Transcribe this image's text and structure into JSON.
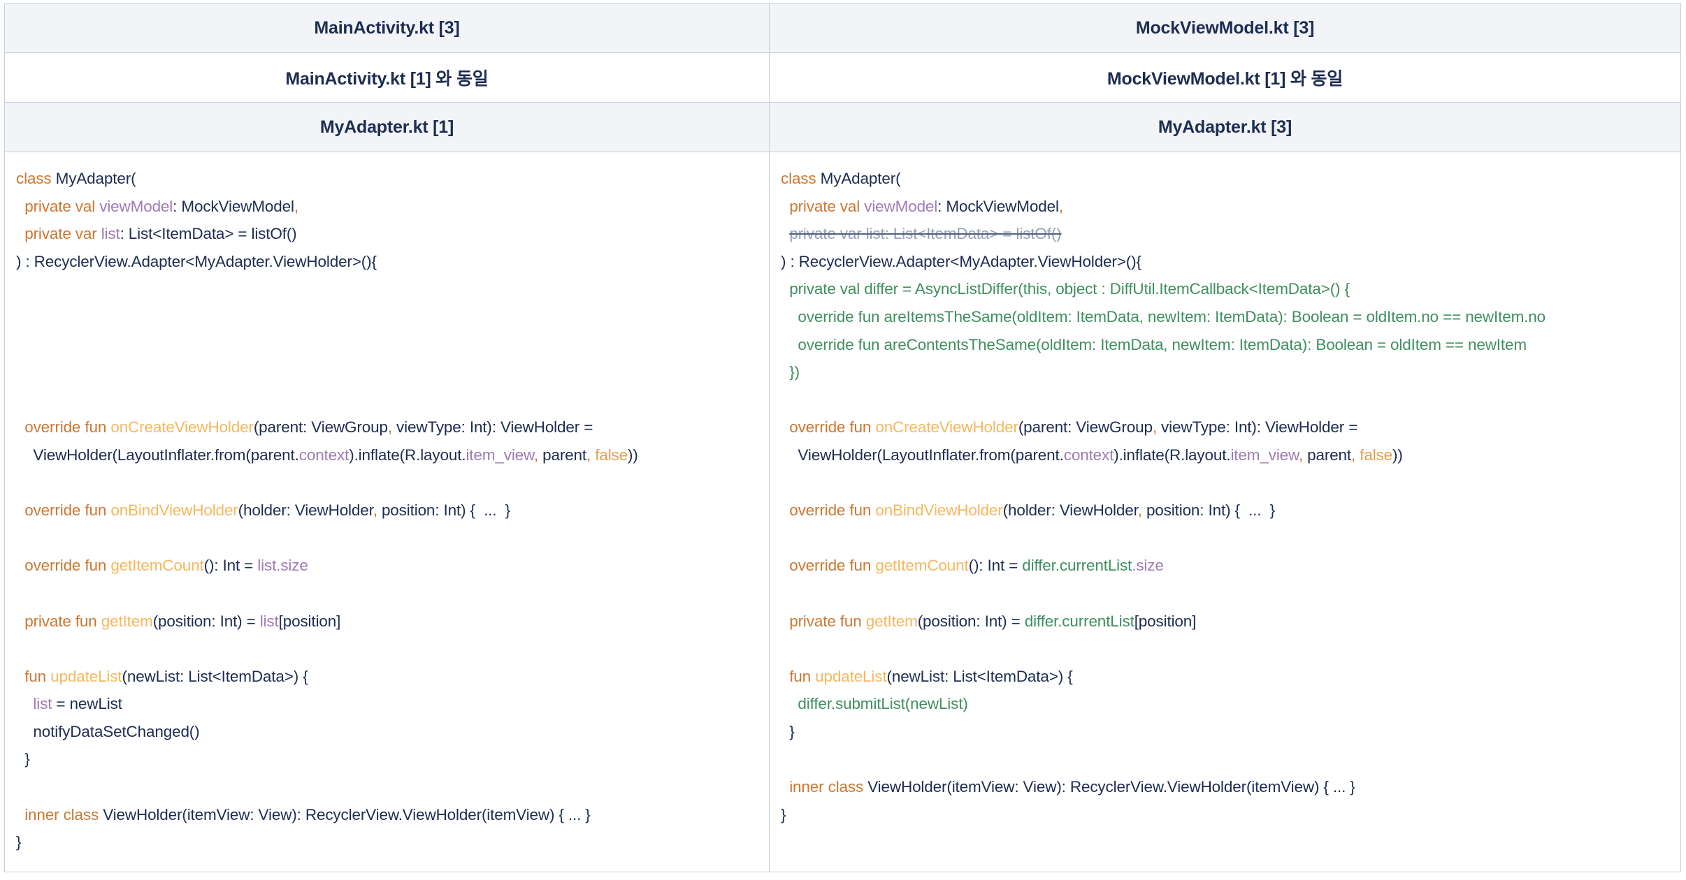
{
  "table": {
    "header_rows": [
      {
        "style": "shaded",
        "cells": [
          {
            "text": "MainActivity.kt [3]"
          },
          {
            "text": "MockViewModel.kt [3]"
          }
        ]
      },
      {
        "style": "plain",
        "cells": [
          {
            "text": "MainActivity.kt [1] 와 동일"
          },
          {
            "text": "MockViewModel.kt [1] 와 동일"
          }
        ]
      },
      {
        "style": "shaded",
        "cells": [
          {
            "text": "MyAdapter.kt [1]"
          },
          {
            "text": "MyAdapter.kt [3]"
          }
        ]
      }
    ],
    "code_columns": [
      {
        "title": "MyAdapter.kt [1]",
        "lines": [
          [
            {
              "t": "class ",
              "c": "kw"
            },
            {
              "t": "MyAdapter(",
              "c": "plain"
            }
          ],
          [
            {
              "t": "  ",
              "c": "plain"
            },
            {
              "t": "private val ",
              "c": "kw"
            },
            {
              "t": "viewModel",
              "c": "prop"
            },
            {
              "t": ": MockViewModel",
              "c": "plain"
            },
            {
              "t": ",",
              "c": "comma"
            }
          ],
          [
            {
              "t": "  ",
              "c": "plain"
            },
            {
              "t": "private var ",
              "c": "kw"
            },
            {
              "t": "list",
              "c": "prop"
            },
            {
              "t": ": List<ItemData> = listOf()",
              "c": "plain"
            }
          ],
          [
            {
              "t": ") : RecyclerView.Adapter<MyAdapter.ViewHolder>(){",
              "c": "plain"
            }
          ],
          [
            {
              "t": "",
              "c": "plain"
            }
          ],
          [
            {
              "t": "",
              "c": "plain"
            }
          ],
          [
            {
              "t": "",
              "c": "plain"
            }
          ],
          [
            {
              "t": "",
              "c": "plain"
            }
          ],
          [
            {
              "t": "",
              "c": "plain"
            }
          ],
          [
            {
              "t": "  ",
              "c": "plain"
            },
            {
              "t": "override fun ",
              "c": "kw"
            },
            {
              "t": "onCreateViewHolder",
              "c": "fn"
            },
            {
              "t": "(parent: ViewGroup",
              "c": "plain"
            },
            {
              "t": ",",
              "c": "comma"
            },
            {
              "t": " viewType: Int): ViewHolder =",
              "c": "plain"
            }
          ],
          [
            {
              "t": "    ViewHolder(LayoutInflater.from(parent.",
              "c": "plain"
            },
            {
              "t": "context",
              "c": "prop"
            },
            {
              "t": ").inflate(R.layout.",
              "c": "plain"
            },
            {
              "t": "item_view",
              "c": "prop"
            },
            {
              "t": ",",
              "c": "comma"
            },
            {
              "t": " parent",
              "c": "plain"
            },
            {
              "t": ",",
              "c": "comma"
            },
            {
              "t": " ",
              "c": "plain"
            },
            {
              "t": "false",
              "c": "lit"
            },
            {
              "t": "))",
              "c": "plain"
            }
          ],
          [
            {
              "t": "",
              "c": "plain"
            }
          ],
          [
            {
              "t": "  ",
              "c": "plain"
            },
            {
              "t": "override fun ",
              "c": "kw"
            },
            {
              "t": "onBindViewHolder",
              "c": "fn"
            },
            {
              "t": "(holder: ViewHolder",
              "c": "plain"
            },
            {
              "t": ",",
              "c": "comma"
            },
            {
              "t": " position: Int) {  ...  }",
              "c": "plain"
            }
          ],
          [
            {
              "t": "",
              "c": "plain"
            }
          ],
          [
            {
              "t": "  ",
              "c": "plain"
            },
            {
              "t": "override fun ",
              "c": "kw"
            },
            {
              "t": "getItemCount",
              "c": "fn"
            },
            {
              "t": "(): Int = ",
              "c": "plain"
            },
            {
              "t": "list.size",
              "c": "prop"
            }
          ],
          [
            {
              "t": "",
              "c": "plain"
            }
          ],
          [
            {
              "t": "  ",
              "c": "plain"
            },
            {
              "t": "private fun ",
              "c": "kw"
            },
            {
              "t": "getItem",
              "c": "fn"
            },
            {
              "t": "(position: Int) = ",
              "c": "plain"
            },
            {
              "t": "list",
              "c": "prop"
            },
            {
              "t": "[position]",
              "c": "plain"
            }
          ],
          [
            {
              "t": "",
              "c": "plain"
            }
          ],
          [
            {
              "t": "  ",
              "c": "plain"
            },
            {
              "t": "fun ",
              "c": "kw"
            },
            {
              "t": "updateList",
              "c": "fn"
            },
            {
              "t": "(newList: List<ItemData>) {",
              "c": "plain"
            }
          ],
          [
            {
              "t": "    ",
              "c": "plain"
            },
            {
              "t": "list",
              "c": "prop"
            },
            {
              "t": " = newList",
              "c": "plain"
            }
          ],
          [
            {
              "t": "    notifyDataSetChanged()",
              "c": "plain"
            }
          ],
          [
            {
              "t": "  }",
              "c": "plain"
            }
          ],
          [
            {
              "t": "",
              "c": "plain"
            }
          ],
          [
            {
              "t": "  ",
              "c": "plain"
            },
            {
              "t": "inner class ",
              "c": "kw"
            },
            {
              "t": "ViewHolder(itemView: View): RecyclerView.ViewHolder(itemView) { ... }",
              "c": "plain"
            }
          ],
          [
            {
              "t": "}",
              "c": "plain"
            }
          ]
        ]
      },
      {
        "title": "MyAdapter.kt [3]",
        "lines": [
          [
            {
              "t": "class ",
              "c": "kw"
            },
            {
              "t": "MyAdapter(",
              "c": "plain"
            }
          ],
          [
            {
              "t": "  ",
              "c": "plain"
            },
            {
              "t": "private val ",
              "c": "kw"
            },
            {
              "t": "viewModel",
              "c": "prop"
            },
            {
              "t": ": MockViewModel",
              "c": "plain"
            },
            {
              "t": ",",
              "c": "comma"
            }
          ],
          [
            {
              "t": "  ",
              "c": "plain"
            },
            {
              "t": "private var list: List<ItemData> = listOf()",
              "c": "removed"
            }
          ],
          [
            {
              "t": ") : RecyclerView.Adapter<MyAdapter.ViewHolder>(){",
              "c": "plain"
            }
          ],
          [
            {
              "t": "  ",
              "c": "plain"
            },
            {
              "t": "private val differ = AsyncListDiffer(this, object : DiffUtil.ItemCallback<ItemData>() {",
              "c": "added"
            }
          ],
          [
            {
              "t": "    ",
              "c": "plain"
            },
            {
              "t": "override fun areItemsTheSame(oldItem: ItemData, newItem: ItemData): Boolean = oldItem.no == newItem.no",
              "c": "added"
            }
          ],
          [
            {
              "t": "    ",
              "c": "plain"
            },
            {
              "t": "override fun areContentsTheSame(oldItem: ItemData, newItem: ItemData): Boolean = oldItem == newItem",
              "c": "added"
            }
          ],
          [
            {
              "t": "  ",
              "c": "plain"
            },
            {
              "t": "})",
              "c": "added"
            }
          ],
          [
            {
              "t": "",
              "c": "plain"
            }
          ],
          [
            {
              "t": "  ",
              "c": "plain"
            },
            {
              "t": "override fun ",
              "c": "kw"
            },
            {
              "t": "onCreateViewHolder",
              "c": "fn"
            },
            {
              "t": "(parent: ViewGroup",
              "c": "plain"
            },
            {
              "t": ",",
              "c": "comma"
            },
            {
              "t": " viewType: Int): ViewHolder =",
              "c": "plain"
            }
          ],
          [
            {
              "t": "    ViewHolder(LayoutInflater.from(parent.",
              "c": "plain"
            },
            {
              "t": "context",
              "c": "prop"
            },
            {
              "t": ").inflate(R.layout.",
              "c": "plain"
            },
            {
              "t": "item_view",
              "c": "prop"
            },
            {
              "t": ",",
              "c": "comma"
            },
            {
              "t": " parent",
              "c": "plain"
            },
            {
              "t": ",",
              "c": "comma"
            },
            {
              "t": " ",
              "c": "plain"
            },
            {
              "t": "false",
              "c": "lit"
            },
            {
              "t": "))",
              "c": "plain"
            }
          ],
          [
            {
              "t": "",
              "c": "plain"
            }
          ],
          [
            {
              "t": "  ",
              "c": "plain"
            },
            {
              "t": "override fun ",
              "c": "kw"
            },
            {
              "t": "onBindViewHolder",
              "c": "fn"
            },
            {
              "t": "(holder: ViewHolder",
              "c": "plain"
            },
            {
              "t": ",",
              "c": "comma"
            },
            {
              "t": " position: Int) {  ...  }",
              "c": "plain"
            }
          ],
          [
            {
              "t": "",
              "c": "plain"
            }
          ],
          [
            {
              "t": "  ",
              "c": "plain"
            },
            {
              "t": "override fun ",
              "c": "kw"
            },
            {
              "t": "getItemCount",
              "c": "fn"
            },
            {
              "t": "(): Int = ",
              "c": "plain"
            },
            {
              "t": "differ.currentList",
              "c": "added"
            },
            {
              "t": ".size",
              "c": "prop"
            }
          ],
          [
            {
              "t": "",
              "c": "plain"
            }
          ],
          [
            {
              "t": "  ",
              "c": "plain"
            },
            {
              "t": "private fun ",
              "c": "kw"
            },
            {
              "t": "getItem",
              "c": "fn"
            },
            {
              "t": "(position: Int) = ",
              "c": "plain"
            },
            {
              "t": "differ.currentList",
              "c": "added"
            },
            {
              "t": "[position]",
              "c": "plain"
            }
          ],
          [
            {
              "t": "",
              "c": "plain"
            }
          ],
          [
            {
              "t": "  ",
              "c": "plain"
            },
            {
              "t": "fun ",
              "c": "kw"
            },
            {
              "t": "updateList",
              "c": "fn"
            },
            {
              "t": "(newList: List<ItemData>) {",
              "c": "plain"
            }
          ],
          [
            {
              "t": "    ",
              "c": "plain"
            },
            {
              "t": "differ.submitList(newList)",
              "c": "added"
            }
          ],
          [
            {
              "t": "  }",
              "c": "plain"
            }
          ],
          [
            {
              "t": "",
              "c": "plain"
            }
          ],
          [
            {
              "t": "  ",
              "c": "plain"
            },
            {
              "t": "inner class ",
              "c": "kw"
            },
            {
              "t": "ViewHolder(itemView: View): RecyclerView.ViewHolder(itemView) { ... }",
              "c": "plain"
            }
          ],
          [
            {
              "t": "}",
              "c": "plain"
            }
          ]
        ]
      }
    ]
  },
  "colors": {
    "keyword": "#cb7832",
    "function": "#f4b860",
    "property": "#9e7bb5",
    "literal": "#e3a04a",
    "plain": "#1d2d52",
    "added": "#3f8f5f",
    "removed": "#96a0b8",
    "header_shaded_bg": "#f2f4f8",
    "border": "#c8cedd"
  }
}
